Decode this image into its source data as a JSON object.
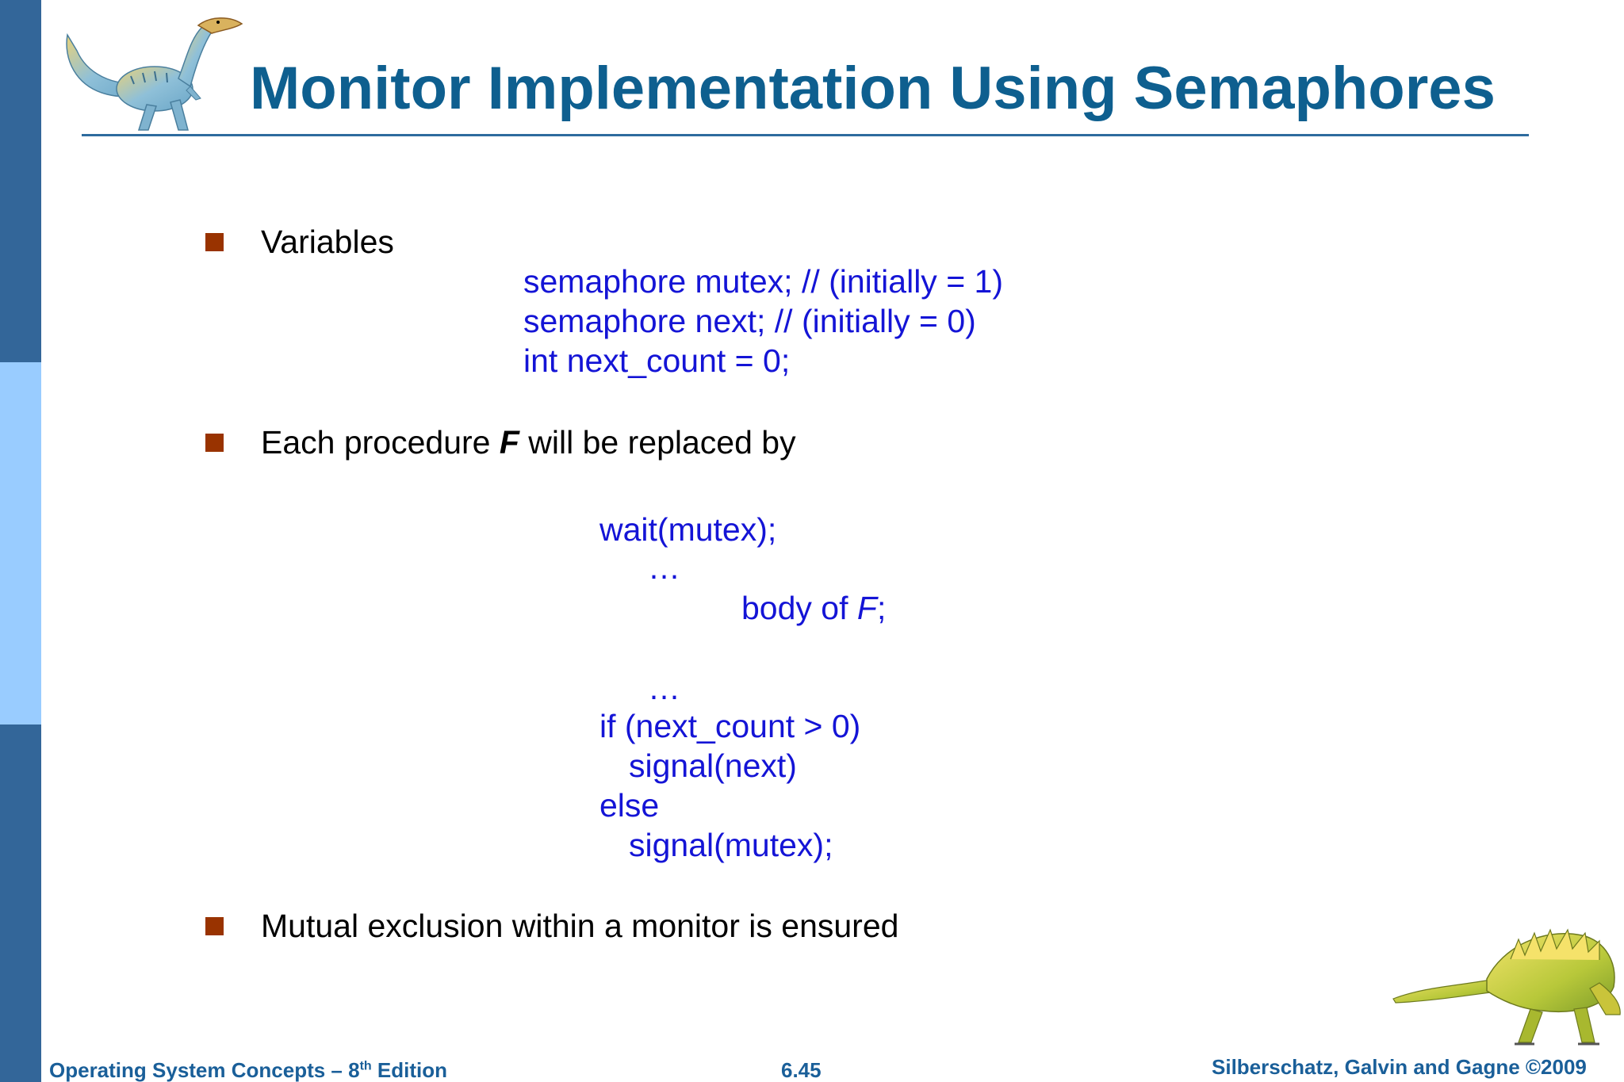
{
  "slide": {
    "title": "Monitor Implementation Using Semaphores",
    "bullets": [
      {
        "text": "Variables",
        "code": [
          "semaphore mutex;  // (initially  = 1)",
          "semaphore next;     // (initially  = 0)",
          "int next_count = 0;"
        ]
      },
      {
        "text_before": "Each procedure ",
        "text_emph": "F",
        "text_after": "  will be replaced by",
        "code": [
          "wait(mutex);",
          "…",
          "body of ",
          "F",
          ";",
          "…",
          "if (next_count > 0)",
          "signal(next)",
          "else",
          "signal(mutex);"
        ]
      },
      {
        "text": "Mutual exclusion within a monitor is ensured"
      }
    ]
  },
  "footer": {
    "left_prefix": "Operating System Concepts – 8",
    "left_sup": "th",
    "left_suffix": " Edition",
    "center": "6.45",
    "right": "Silberschatz, Galvin and Gagne ©2009"
  },
  "colors": {
    "title": "#0e5f8f",
    "code": "#1414d6",
    "bullet": "#993300",
    "sidebar_dark": "#336699",
    "sidebar_light": "#99ccff",
    "footer": "#1a5f99"
  },
  "icons": {
    "top_left": "dinosaur-icon",
    "bottom_right": "dinosaur-icon"
  }
}
